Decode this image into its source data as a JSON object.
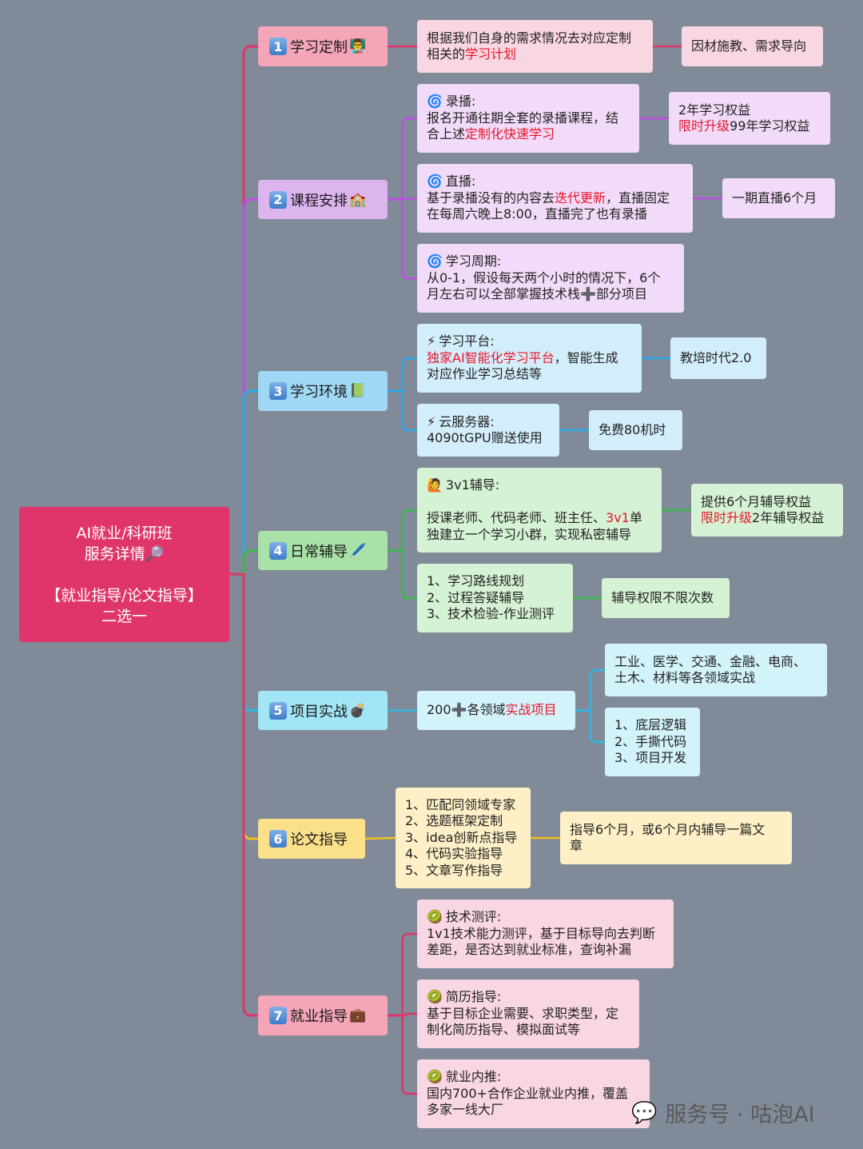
{
  "root": {
    "line1": "AI就业/科研班",
    "line2": "服务详情",
    "line2_icon": "🔎",
    "line3": "【就业指导/论文指导】",
    "line4": "二选一"
  },
  "sections": [
    {
      "num": "1",
      "title": "学习定制",
      "icon": "👨‍🏫",
      "color": "#e0356a",
      "fill": "#f4a5b8",
      "details": [
        {
          "icon": "",
          "title": "",
          "lines": [
            [
              {
                "t": "根据我们自身的需求情况去对应定制"
              }
            ],
            [
              {
                "t": "相关的"
              },
              {
                "t": "学习计划",
                "h": true
              }
            ]
          ]
        }
      ],
      "outcomes": [
        {
          "from": 0,
          "lines": [
            [
              {
                "t": "因材施教、需求导向"
              }
            ]
          ]
        }
      ]
    },
    {
      "num": "2",
      "title": "课程安排",
      "icon": "🏫",
      "color": "#b94fe0",
      "fill": "#dcb5ee",
      "details": [
        {
          "icon": "🌀",
          "title": "录播:",
          "lines": [
            [
              {
                "t": "报名开通往期全套的录播课程，结"
              }
            ],
            [
              {
                "t": "合上述"
              },
              {
                "t": "定制化快速学习",
                "h": true
              }
            ]
          ]
        },
        {
          "icon": "🌀",
          "title": "直播:",
          "lines": [
            [
              {
                "t": "基于录播没有的内容去"
              },
              {
                "t": "迭代更新",
                "h": true
              },
              {
                "t": "，直播固定"
              }
            ],
            [
              {
                "t": "在每周六晚上8:00，直播完了也有录播"
              }
            ]
          ]
        },
        {
          "icon": "🌀",
          "title": "学习周期:",
          "lines": [
            [
              {
                "t": "从0-1，假设每天两个小时的情况下，6个"
              }
            ],
            [
              {
                "t": "月左右可以全部掌握技术栈"
              },
              {
                "t": "➕"
              },
              {
                "t": "部分项目"
              }
            ]
          ]
        }
      ],
      "outcomes": [
        {
          "from": 0,
          "lines": [
            [
              {
                "t": "2年学习权益"
              }
            ],
            [
              {
                "t": "限时升级",
                "h": true
              },
              {
                "t": "99年学习权益"
              }
            ]
          ]
        },
        {
          "from": 1,
          "lines": [
            [
              {
                "t": "一期直播6个月"
              }
            ]
          ]
        }
      ]
    },
    {
      "num": "3",
      "title": "学习环境",
      "icon": "📗",
      "color": "#2aaae8",
      "fill": "#9ed8f4",
      "details": [
        {
          "icon": "⚡",
          "title": "学习平台:",
          "lines": [
            [
              {
                "t": "独家AI智能化学习平台",
                "h": true
              },
              {
                "t": "，智能生成"
              }
            ],
            [
              {
                "t": "对应作业学习总结等"
              }
            ]
          ]
        },
        {
          "icon": "⚡",
          "title": "云服务器:",
          "lines": [
            [
              {
                "t": "4090tGPU赠送使用"
              }
            ]
          ]
        }
      ],
      "outcomes": [
        {
          "from": 0,
          "lines": [
            [
              {
                "t": "教培时代2.0"
              }
            ]
          ]
        },
        {
          "from": 1,
          "lines": [
            [
              {
                "t": "免费80机时"
              }
            ]
          ]
        }
      ]
    },
    {
      "num": "4",
      "title": "日常辅导",
      "icon": "🖊️",
      "color": "#3ab84c",
      "fill": "#a9e2a8",
      "details": [
        {
          "icon": "🙋",
          "title": "3v1辅导:",
          "lines": [
            [
              {
                "t": ""
              }
            ],
            [
              {
                "t": "授课老师、代码老师、班主任、"
              },
              {
                "t": "3v1",
                "h": true
              },
              {
                "t": "单"
              }
            ],
            [
              {
                "t": "独建立一个学习小群，实现私密辅导"
              }
            ]
          ]
        },
        {
          "icon": "",
          "title": "",
          "lines": [
            [
              {
                "t": "1、学习路线规划"
              }
            ],
            [
              {
                "t": "2、过程答疑辅导"
              }
            ],
            [
              {
                "t": "3、技术检验-作业测评"
              }
            ]
          ]
        }
      ],
      "outcomes": [
        {
          "from": 0,
          "lines": [
            [
              {
                "t": "提供6个月辅导权益"
              }
            ],
            [
              {
                "t": "限时升级",
                "h": true
              },
              {
                "t": "2年辅导权益"
              }
            ]
          ]
        },
        {
          "from": 1,
          "lines": [
            [
              {
                "t": "辅导权限不限次数"
              }
            ]
          ]
        }
      ]
    },
    {
      "num": "5",
      "title": "项目实战",
      "icon": "💣",
      "color": "#2fb8e0",
      "fill": "#a2e6f6",
      "details": [
        {
          "icon": "",
          "title": "",
          "lines": [
            [
              {
                "t": "200"
              },
              {
                "t": "➕"
              },
              {
                "t": "各领域"
              },
              {
                "t": "实战项目",
                "h": true
              }
            ]
          ]
        }
      ],
      "outcomes": [
        {
          "from": 0,
          "lines": [
            [
              {
                "t": "工业、医学、交通、金融、电商、"
              }
            ],
            [
              {
                "t": "土木、材料等各领域实战"
              }
            ]
          ]
        },
        {
          "from": 0,
          "lines": [
            [
              {
                "t": "1、底层逻辑"
              }
            ],
            [
              {
                "t": "2、手撕代码"
              }
            ],
            [
              {
                "t": "3、项目开发"
              }
            ]
          ]
        }
      ]
    },
    {
      "num": "6",
      "title": "论文指导",
      "icon": "",
      "color": "#f0c020",
      "fill": "#fbe08a",
      "details": [
        {
          "icon": "",
          "title": "",
          "lines": [
            [
              {
                "t": "1、匹配同领域专家"
              }
            ],
            [
              {
                "t": "2、选题框架定制"
              }
            ],
            [
              {
                "t": "3、idea创新点指导"
              }
            ],
            [
              {
                "t": "4、代码实验指导"
              }
            ],
            [
              {
                "t": "5、文章写作指导"
              }
            ]
          ]
        }
      ],
      "outcomes": [
        {
          "from": 0,
          "lines": [
            [
              {
                "t": "指导6个月，或6个月内辅导一篇文"
              }
            ],
            [
              {
                "t": "章"
              }
            ]
          ]
        }
      ]
    },
    {
      "num": "7",
      "title": "就业指导",
      "icon": "💼",
      "color": "#e0356a",
      "fill": "#f4a5b8",
      "details": [
        {
          "icon": "🥝",
          "title": "技术测评:",
          "lines": [
            [
              {
                "t": "1v1技术能力测评，基于目标导向去判断"
              }
            ],
            [
              {
                "t": "差距，是否达到就业标准，查询补漏"
              }
            ]
          ]
        },
        {
          "icon": "🥝",
          "title": "简历指导:",
          "lines": [
            [
              {
                "t": "基于目标企业需要、求职类型，定"
              }
            ],
            [
              {
                "t": "制化简历指导、模拟面试等"
              }
            ]
          ]
        },
        {
          "icon": "🥝",
          "title": "就业内推:",
          "lines": [
            [
              {
                "t": "国内700+合作企业就业内推，覆盖"
              }
            ],
            [
              {
                "t": "多家一线大厂"
              }
            ]
          ]
        }
      ],
      "outcomes": []
    }
  ],
  "watermark": {
    "icon": "wechat-icon",
    "text": "服务号 · 咕泡AI"
  }
}
